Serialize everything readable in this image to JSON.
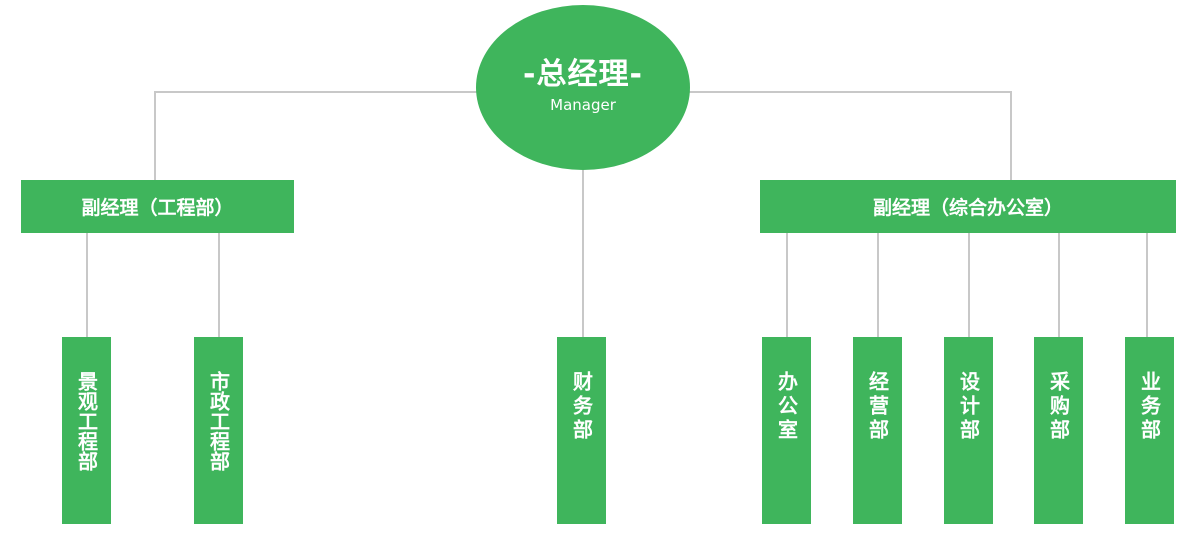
{
  "colors": {
    "node_fill": "#3fb55c",
    "node_text": "#ffffff",
    "connector": "#c8c8c8"
  },
  "ceo": {
    "title": "-总经理-",
    "subtitle": "Manager"
  },
  "vice_managers": [
    {
      "label": "副经理（工程部）"
    },
    {
      "label": "副经理（综合办公室）"
    }
  ],
  "departments": [
    {
      "label": "景观工程部",
      "reports_to": "副经理（工程部）"
    },
    {
      "label": "市政工程部",
      "reports_to": "副经理（工程部）"
    },
    {
      "label": "财务部",
      "reports_to": "-总经理-"
    },
    {
      "label": "办公室",
      "reports_to": "副经理（综合办公室）"
    },
    {
      "label": "经营部",
      "reports_to": "副经理（综合办公室）"
    },
    {
      "label": "设计部",
      "reports_to": "副经理（综合办公室）"
    },
    {
      "label": "采购部",
      "reports_to": "副经理（综合办公室）"
    },
    {
      "label": "业务部",
      "reports_to": "副经理（综合办公室）"
    }
  ]
}
